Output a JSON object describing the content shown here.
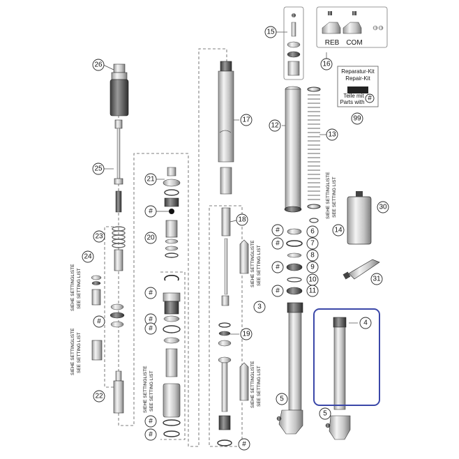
{
  "callouts": {
    "c3": "3",
    "c4": "4",
    "c5a": "5",
    "c5b": "5",
    "c6": "6",
    "c7": "7",
    "c8": "8",
    "c9": "9",
    "c10": "10",
    "c11": "11",
    "c12": "12",
    "c13": "13",
    "c14": "14",
    "c15": "15",
    "c16": "16",
    "c17": "17",
    "c18": "18",
    "c19": "19",
    "c20": "20",
    "c21": "21",
    "c22": "22",
    "c23": "23",
    "c24": "24",
    "c25": "25",
    "c26": "26",
    "c30": "30",
    "c31": "31",
    "c99": "99"
  },
  "hash": "#",
  "kit": {
    "line1": "Reparatur-Kit",
    "line2": "Repair-Kit",
    "line3": "Teile mit",
    "line4": "Parts with"
  },
  "variants": {
    "reb": "REB",
    "com": "COM"
  },
  "setting": {
    "de": "SIEHE SETTINGLISTE",
    "en": "SEE SETTING LIST"
  },
  "highlight_color": "#3a47a8"
}
